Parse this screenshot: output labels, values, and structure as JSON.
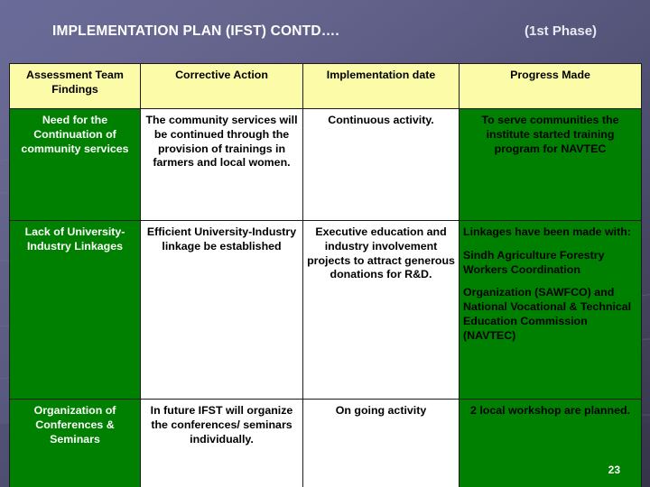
{
  "slide": {
    "title": "IMPLEMENTATION PLAN (IFST) CONTD….",
    "phase": "(1st Phase)",
    "page_number": "23",
    "colors": {
      "background_top": "#6b6b9a",
      "background_bottom": "#36364c",
      "header_fill": "#fbfba8",
      "cell_green": "#008000",
      "cell_white": "#ffffff",
      "title_text": "#ffffff"
    }
  },
  "table": {
    "headers": [
      "Assessment Team Findings",
      "Corrective Action",
      "Implementation date",
      "Progress Made"
    ],
    "rows": [
      {
        "finding": "Need for the Continuation of community services",
        "corrective_action": "The community services will be continued through the provision of trainings in farmers and local women.",
        "implementation_date": "Continuous activity.",
        "progress_made": "To serve communities the  institute started training program for NAVTEC"
      },
      {
        "finding": "Lack of University-Industry Linkages",
        "corrective_action": "Efficient University-Industry linkage be established",
        "implementation_date": "Executive education and industry involvement projects to attract generous donations for R&D.",
        "progress_made_p1": "Linkages have been made with:",
        "progress_made_p2": "Sindh Agriculture Forestry Workers Coordination",
        "progress_made_p3": "Organization (SAWFCO) and National Vocational & Technical Education Commission (NAVTEC)"
      },
      {
        "finding": "Organization of Conferences & Seminars",
        "corrective_action": "In future IFST will organize the conferences/ seminars individually.",
        "implementation_date": "On going activity",
        "progress_made": "2 local workshop are planned."
      }
    ]
  }
}
